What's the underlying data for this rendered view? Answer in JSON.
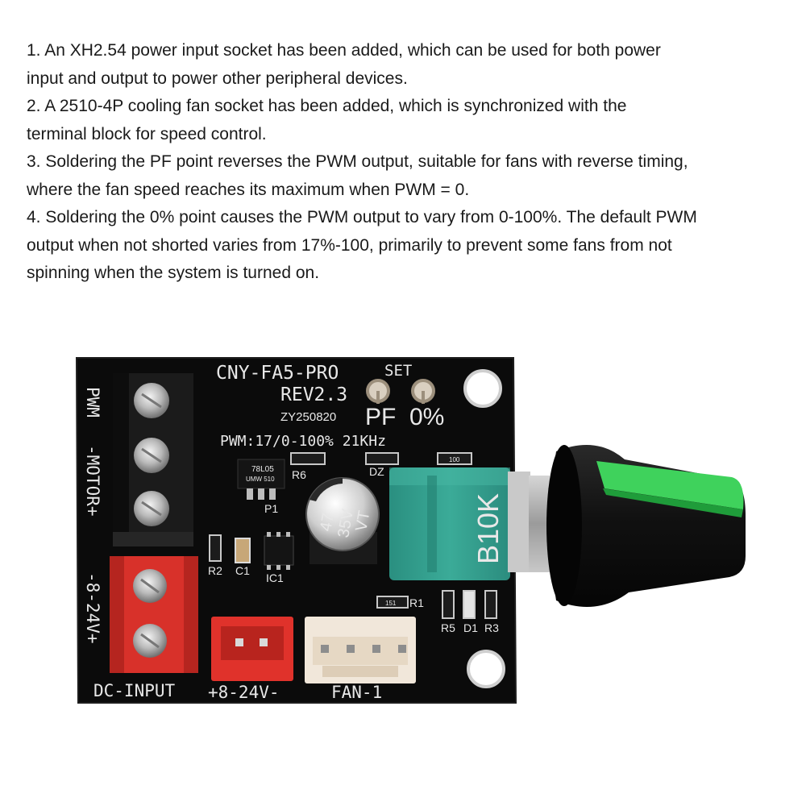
{
  "notes": [
    "1. An XH2.54 power input socket has been added, which can be used for both power",
    "input and output to power other peripheral devices.",
    "2. A 2510-4P cooling fan socket has been added, which is synchronized with the",
    "terminal block for speed control.",
    "3. Soldering the PF point reverses the PWM output, suitable for fans with reverse timing,",
    "where the fan speed reaches its maximum when PWM = 0.",
    "4. Soldering the 0% point causes the PWM output to vary from 0-100%. The default PWM",
    "output when not shorted varies from 17%-100, primarily to prevent some fans from not",
    "spinning when the system is turned on."
  ],
  "board": {
    "model": "CNY-FA5-PRO",
    "set_label": "SET",
    "revision": "REV2.3",
    "board_id": "ZY250820",
    "pf_label": "PF",
    "zero_label": "0%",
    "pwm_spec": "PWM:17/0-100% 21KHz",
    "pwm_terminal": "PWM",
    "motor_terminal": "-MOTOR+",
    "voltage_terminal": "-8-24V+",
    "dc_input": "DC-INPUT",
    "xh_input": "+8-24V-",
    "fan_label": "FAN-1",
    "regulator_marking": "78L05",
    "regulator_code": "UMW 510",
    "cap_value": "47",
    "cap_voltage": "35V",
    "cap_series": "VT",
    "pot_marking": "B10K",
    "r6": "R6",
    "p1": "P1",
    "dz": "DZ",
    "r2": "R2",
    "c1": "C1",
    "ic1": "IC1",
    "r1": "R1",
    "r5": "R5",
    "d1": "D1",
    "r3": "R3",
    "smd_151": "151",
    "smd_100": "100"
  }
}
